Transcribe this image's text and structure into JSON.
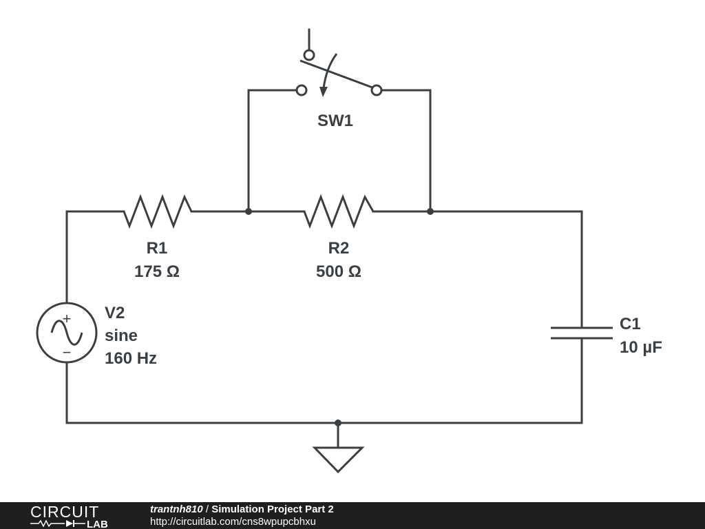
{
  "components": {
    "switch": {
      "name": "SW1"
    },
    "r1": {
      "name": "R1",
      "value": "175 Ω"
    },
    "r2": {
      "name": "R2",
      "value": "500 Ω"
    },
    "source": {
      "name": "V2",
      "type": "sine",
      "frequency": "160 Hz",
      "plus_sign": "+",
      "minus_sign": "−"
    },
    "capacitor": {
      "name": "C1",
      "value": "10 µF"
    }
  },
  "footer": {
    "logo_top": "CIRCUIT",
    "logo_bottom": "LAB",
    "author": "trantnh810",
    "separator": " / ",
    "project_title": "Simulation Project Part 2",
    "url": "http://circuitlab.com/cns8wpupcbhxu"
  },
  "colors": {
    "ink": "#3a3f44",
    "footer_bg": "#1f1f1f",
    "footer_text": "#ffffff"
  }
}
